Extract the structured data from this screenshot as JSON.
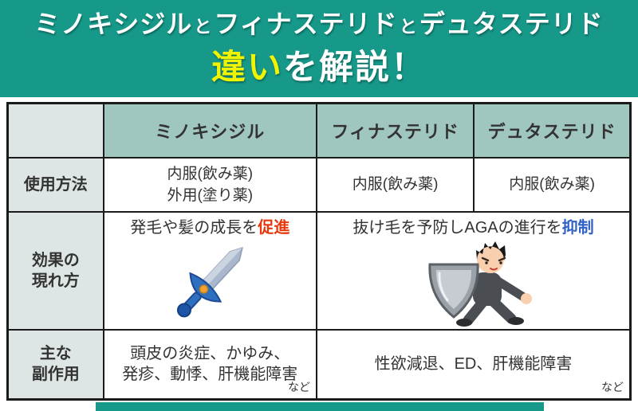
{
  "colors": {
    "banner_teal": "#17998a",
    "banner_yellow": "#f1f400",
    "header_cell_teal": "#a0c6c0",
    "label_cell_gray": "#dde6e4",
    "table_border": "#1b1b1b",
    "promote_red": "#e8380d",
    "inhibit_blue": "#3061c4"
  },
  "banner": {
    "line1": {
      "drug1": "ミノキシジル",
      "and1": "と",
      "drug2": "フィナステリド",
      "and2": "と",
      "drug3": "デュタステリド"
    },
    "line2": {
      "highlight": "違い",
      "rest": "を解説！"
    }
  },
  "table": {
    "columns": [
      "ミノキシジル",
      "フィナステリド",
      "デュタステリド"
    ],
    "usage": {
      "label": "使用方法",
      "minoxidil_line1": "内服(飲み薬)",
      "minoxidil_line2": "外用(塗り薬)",
      "finasteride": "内服(飲み薬)",
      "dutasteride": "内服(飲み薬)"
    },
    "effect": {
      "label_line1": "効果の",
      "label_line2": "現れ方",
      "minoxidil_text": "発毛や髪の成長を",
      "minoxidil_highlight": "促進",
      "others_text": "抜け毛を予防しAGAの進行を",
      "others_highlight": "抑制",
      "minoxidil_icon": "sword-icon",
      "others_icon": "shield-person-icon"
    },
    "side_effects": {
      "label_line1": "主な",
      "label_line2": "副作用",
      "minoxidil_line1": "頭皮の炎症、かゆみ、",
      "minoxidil_line2": "発疹、動悸、肝機能障害",
      "minoxidil_etc": "など",
      "others": "性欲減退、ED、肝機能障害",
      "others_etc": "など"
    }
  }
}
